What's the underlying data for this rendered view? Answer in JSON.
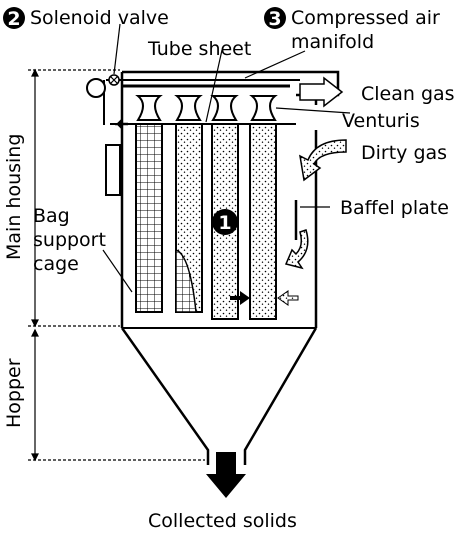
{
  "labels": {
    "solenoid_valve": "Solenoid valve",
    "tube_sheet": "Tube sheet",
    "compressed_air_line1": "Compressed air",
    "compressed_air_line2": "manifold",
    "clean_gas": "Clean gas",
    "venturis": "Venturis",
    "dirty_gas": "Dirty gas",
    "baffel_plate": "Baffel plate",
    "bag_line1": "Bag",
    "bag_line2": "support",
    "bag_line3": "cage",
    "main_housing": "Main housing",
    "hopper": "Hopper",
    "collected_solids": "Collected solids"
  },
  "markers": {
    "bags": "1",
    "solenoid": "2",
    "manifold": "3"
  },
  "colors": {
    "ink": "#000000",
    "paper": "#ffffff",
    "dust": "#bfbfbf"
  }
}
